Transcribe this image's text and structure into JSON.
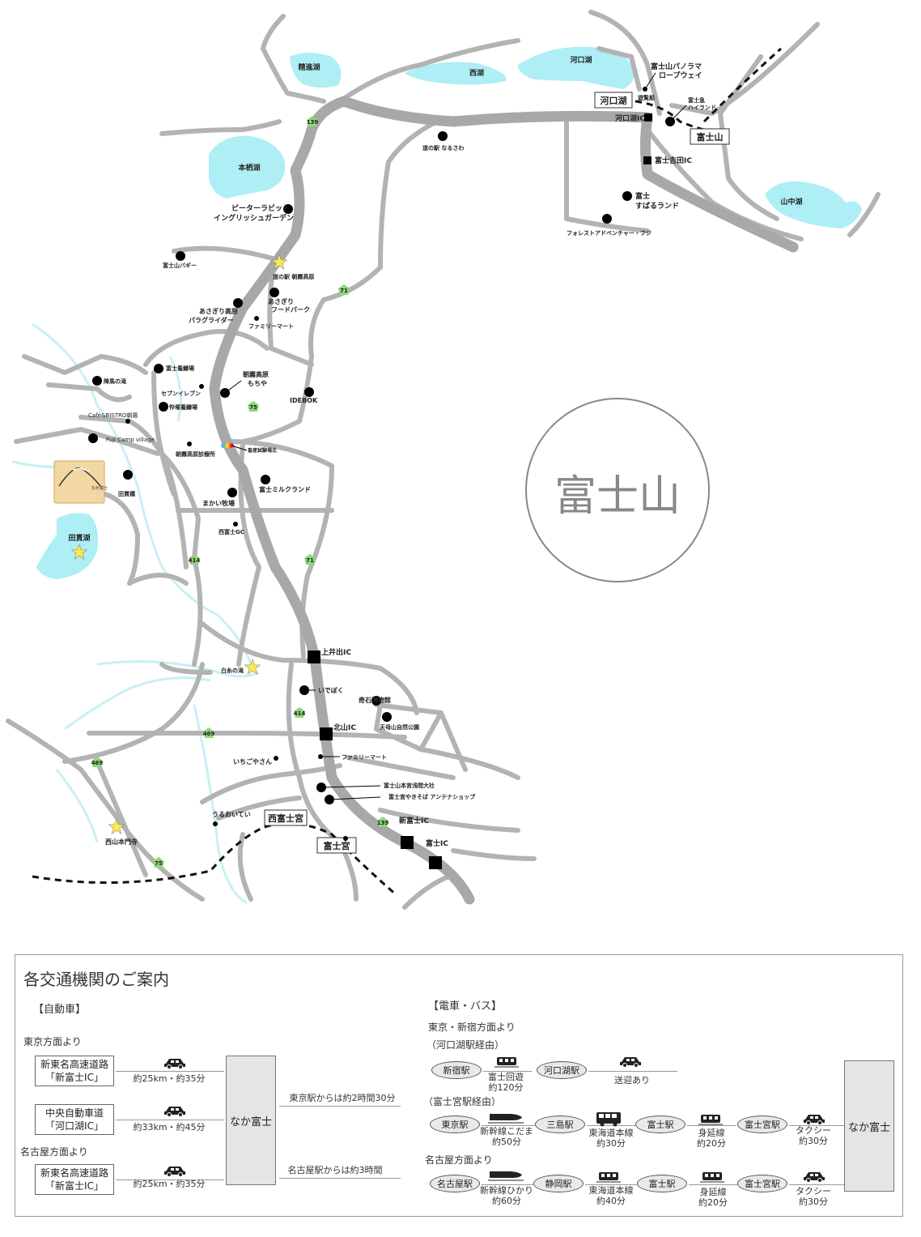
{
  "map": {
    "lakes": {
      "seiko": "精進湖",
      "saiko": "西湖",
      "kawaguchiko": "河口湖",
      "motosuko": "本栖湖",
      "yamanakako": "山中湖",
      "tanukiko": "田貫湖"
    },
    "mountain": "富士山",
    "stations": {
      "kawaguchiko": "河口湖",
      "fujisan": "富士山",
      "nishifujinomiya": "西富士宮",
      "fujinomiya": "富士宮"
    },
    "interchanges": {
      "kawaguchiko_ic": "河口湖IC",
      "fujiyoshida_ic": "富士吉田IC",
      "kamiide_ic": "上井出IC",
      "kitayama_ic": "北山IC",
      "shinfuji_ic": "新富士IC",
      "fuji_ic": "富士IC"
    },
    "routes": [
      "139",
      "71",
      "75",
      "414",
      "469"
    ],
    "pois": {
      "panorama_1": "富士山パノラマ",
      "panorama_2": "ロープウェイ",
      "yuransen": "遊覧船",
      "highland_1": "富士急",
      "highland_2": "ハイランド",
      "narusawa": "道の駅 なるさわ",
      "subaru_1": "富士",
      "subaru_2": "すばるランド",
      "forest": "フォレストアドベンチャー・フジ",
      "peter_1": "ピーターラビット",
      "peter_2": "イングリッシュガーデン",
      "buggy": "富士山バギー",
      "michinoeki_asagiri": "道の駅 朝霧高原",
      "food_park_1": "あさぎり",
      "food_park_2": "フードパーク",
      "paraglider_1": "あさぎり高原",
      "paraglider_2": "パラグライダー",
      "familymart_1": "ファミリーマート",
      "jinba": "陣馬の滝",
      "fuji_yokei": "富士養鱒場",
      "seven": "セブンイレブン",
      "moichiya_1": "朝霧高原",
      "moichiya_2": "もちや",
      "idebok": "IDEBOK",
      "cafe": "Café&BISTRO朝霧",
      "iotsuka": "忰塚養鱒場",
      "camp": "Fuji Camp village",
      "clinic": "朝霧高原診療所",
      "signal": "畜産試験場北",
      "takaiwabashi": "田貫橋",
      "milkland": "富士ミルクランド",
      "makai": "まかい牧場",
      "nishifuji_gc": "西富士GC",
      "shiraito": "白糸の滝",
      "idebok2": "いでぼく",
      "kiseki": "奇石博物館",
      "tenshi": "天母山自然公園",
      "familymart_2": "ファミリーマート",
      "ichigo": "いちごやさん",
      "hongu": "富士山本宮浅間大社",
      "yakisoba": "富士宮やきそば アンテナショップ",
      "uruoi": "うるおいてい",
      "nishiyama": "西山本門寺"
    },
    "logo_text": "なか富士"
  },
  "guide": {
    "title": "各交通機関のご案内",
    "car": {
      "heading": "【自動車】",
      "from_tokyo": "東京方面より",
      "from_nagoya": "名古屋方面より",
      "routes": [
        {
          "road": "新東名高速道路\n「新富士IC」",
          "note": "約25km・約35分"
        },
        {
          "road": "中央自動車道\n「河口湖IC」",
          "note": "約33km・約45分"
        },
        {
          "road": "新東名高速道路\n「新富士IC」",
          "note": "約25km・約35分"
        }
      ],
      "destination": "なか富士",
      "from_tokyo_station": "東京駅からは約2時間30分",
      "from_nagoya_station": "名古屋駅からは約3時間"
    },
    "train": {
      "heading": "【電車・バス】",
      "from_tokyo": "東京・新宿方面より",
      "via_kawaguchiko": "（河口湖駅経由）",
      "via_fujinomiya": "（富士宮駅経由）",
      "from_nagoya": "名古屋方面より",
      "destination": "なか富士",
      "row1": {
        "stations": [
          "新宿駅",
          "河口湖駅"
        ],
        "notes": [
          "富士回遊\n約120分",
          "送迎あり"
        ]
      },
      "row2": {
        "stations": [
          "東京駅",
          "三島駅",
          "富士駅",
          "富士宮駅"
        ],
        "notes": [
          "新幹線こだま\n約50分",
          "東海道本線\n約30分",
          "身延線\n約20分",
          "タクシー\n約30分"
        ]
      },
      "row3": {
        "stations": [
          "名古屋駅",
          "静岡駅",
          "富士駅",
          "富士宮駅"
        ],
        "notes": [
          "新幹線ひかり\n約60分",
          "東海道本線\n約40分",
          "身延線\n約20分",
          "タクシー\n約30分"
        ]
      }
    }
  }
}
